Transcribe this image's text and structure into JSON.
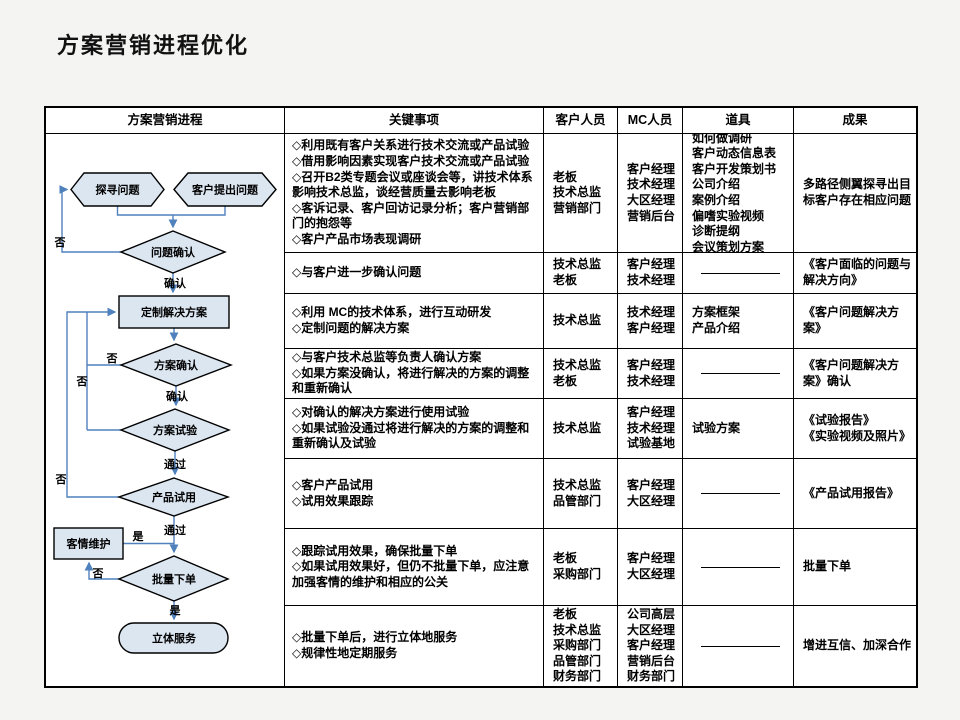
{
  "page": {
    "title": "方案营销进程优化"
  },
  "table": {
    "headers": [
      "方案营销进程",
      "关键事项",
      "客户人员",
      "MC人员",
      "道具",
      "成果"
    ],
    "rows": [
      {
        "key": "◇利用既有客户关系进行技术交流或产品试验\n◇借用影响因素实现客户技术交流或产品试验\n◇召开B2类专题会议或座谈会等，讲技术体系影响技术总监，谈经营质量去影响老板\n◇客诉记录、客户回访记录分析；客户营销部门的抱怨等\n◇客户产品市场表现调研",
        "customer": "老板\n技术总监\n营销部门",
        "mc": "客户经理\n技术经理\n大区经理\n营销后台",
        "props": "如何做调研\n客户动态信息表\n客户开发策划书\n公司介绍\n案例介绍\n偏嗜实验视频\n诊断提纲\n会议策划方案",
        "result": "多路径侧翼探寻出目标客户存在相应问题"
      },
      {
        "key": "◇与客户进一步确认问题",
        "customer": "技术总监\n老板",
        "mc": "客户经理\n技术经理",
        "props": "",
        "result": "《客户面临的问题与解决方向》"
      },
      {
        "key": "◇利用 MC的技术体系，进行互动研发\n◇定制问题的解决方案",
        "customer": "技术总监",
        "mc": "技术经理\n客户经理",
        "props": "方案框架\n产品介绍",
        "result": "《客户问题解决方案》"
      },
      {
        "key": "◇与客户技术总监等负责人确认方案\n◇如果方案没确认，将进行解决的方案的调整和重新确认",
        "customer": "技术总监\n老板",
        "mc": "客户经理\n技术经理",
        "props": "",
        "result": "《客户问题解决方案》确认"
      },
      {
        "key": "◇对确认的解决方案进行使用试验\n◇如果试验没通过将进行解决的方案的调整和重新确认及试验",
        "customer": "技术总监",
        "mc": "客户经理\n技术经理\n试验基地",
        "props": "试验方案",
        "result": "《试验报告》\n《实验视频及照片》"
      },
      {
        "key": "◇客户产品试用\n◇试用效果跟踪",
        "customer": "技术总监\n品管部门",
        "mc": "客户经理\n大区经理",
        "props": "",
        "result": "《产品试用报告》"
      },
      {
        "key": "◇跟踪试用效果，确保批量下单\n◇如果试用效果好，但仍不批量下单，应注意加强客情的维护和相应的公关",
        "customer": "老板\n采购部门",
        "mc": "客户经理\n大区经理",
        "props": "",
        "result": "批量下单"
      },
      {
        "key": "◇批量下单后，进行立体地服务\n◇规律性地定期服务",
        "customer": "老板\n技术总监\n采购部门\n品管部门\n财务部门",
        "mc": "公司高层\n大区经理\n客户经理\n营销后台\n财务部门",
        "props": "",
        "result": "增进互信、加深合作"
      }
    ]
  },
  "flowchart": {
    "nodes": {
      "explore": "探寻问题",
      "customer_raise": "客户提出问题",
      "problem_confirm": "问题确认",
      "custom_solution": "定制解决方案",
      "solution_confirm": "方案确认",
      "solution_test": "方案试验",
      "product_trial": "产品试用",
      "relation_maintain": "客情维护",
      "batch_order": "批量下单",
      "stereo_service": "立体服务"
    },
    "labels": {
      "confirm1": "确认",
      "confirm2": "确认",
      "pass1": "通过",
      "pass2": "通过",
      "yes_bottom": "是",
      "yes_side": "是",
      "no1": "否",
      "no2": "否",
      "no3": "否",
      "no4": "否",
      "no5": "否"
    },
    "colors": {
      "shape_fill": "#dce6f1",
      "shape_border": "#000000",
      "connector": "#4f81bd"
    }
  }
}
